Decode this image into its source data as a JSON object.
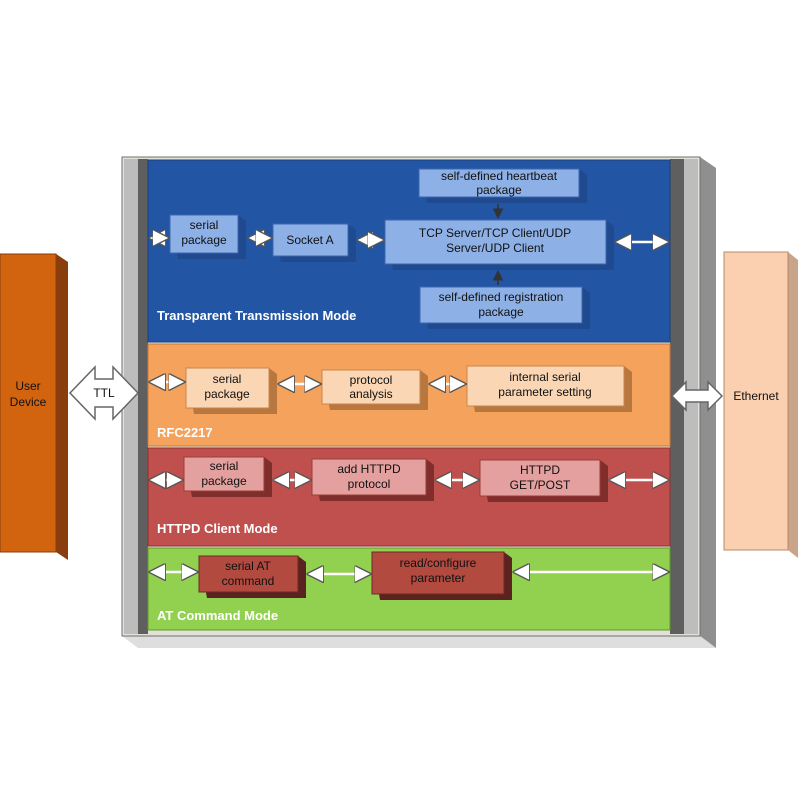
{
  "user_device": {
    "line1": "User",
    "line2": "Device"
  },
  "ttl_label": "TTL",
  "ethernet_label": "Ethernet",
  "panels": {
    "transparent": {
      "title": "Transparent Transmission Mode",
      "color": "#2255a4",
      "heartbeat": {
        "line1": "self-defined heartbeat",
        "line2": "package"
      },
      "serial": {
        "line1": "serial",
        "line2": "package"
      },
      "socket": {
        "line1": "Socket A"
      },
      "tcp": {
        "line1": "TCP Server/TCP Client/UDP",
        "line2": "Server/UDP Client"
      },
      "registration": {
        "line1": "self-defined registration",
        "line2": "package"
      }
    },
    "rfc": {
      "title": "RFC2217",
      "color": "#f5a25d",
      "serial": {
        "line1": "serial",
        "line2": "package"
      },
      "protocol": {
        "line1": "protocol",
        "line2": "analysis"
      },
      "internal": {
        "line1": "internal serial",
        "line2": "parameter setting"
      }
    },
    "httpd": {
      "title": "HTTPD Client Mode",
      "color": "#c0504d",
      "serial": {
        "line1": "serial",
        "line2": "package"
      },
      "add": {
        "line1": "add HTTPD",
        "line2": "protocol"
      },
      "get": {
        "line1": "HTTPD",
        "line2": "GET/POST"
      }
    },
    "at": {
      "title": "AT Command Mode",
      "color": "#92d050",
      "serial": {
        "line1": "serial AT",
        "line2": "command"
      },
      "read": {
        "line1": "read/configure",
        "line2": "parameter"
      }
    }
  }
}
